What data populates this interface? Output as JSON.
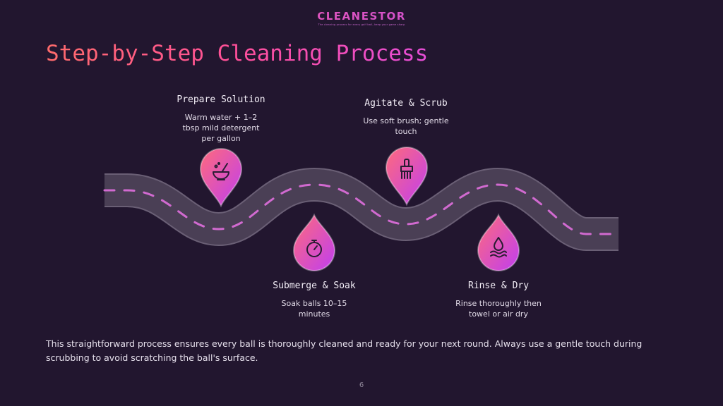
{
  "brand": {
    "name": "CLEANESTOR",
    "tagline": "The cleaning process for every golf ball, keep your game sharp"
  },
  "slide": {
    "title": "Step-by-Step Cleaning Process",
    "page_number": "6",
    "footer": "This straightforward process ensures every ball is thoroughly cleaned and ready for your next round. Always use a gentle touch during scrubbing to avoid scratching the ball's surface."
  },
  "steps": [
    {
      "title": "Prepare Solution",
      "desc": "Warm water + 1–2 tbsp mild detergent per gallon",
      "icon": "mortar-pestle-icon"
    },
    {
      "title": "Submerge & Soak",
      "desc": "Soak balls 10–15 minutes",
      "icon": "stopwatch-icon"
    },
    {
      "title": "Agitate & Scrub",
      "desc": "Use soft brush; gentle touch",
      "icon": "brush-icon"
    },
    {
      "title": "Rinse & Dry",
      "desc": "Rinse thoroughly then towel or air dry",
      "icon": "water-drop-icon"
    }
  ],
  "colors": {
    "background": "#22162f",
    "road": "#4a3f55",
    "road_dash": "#d16ad0",
    "pin_start": "#ff6a7c",
    "pin_end": "#c03ef0"
  }
}
